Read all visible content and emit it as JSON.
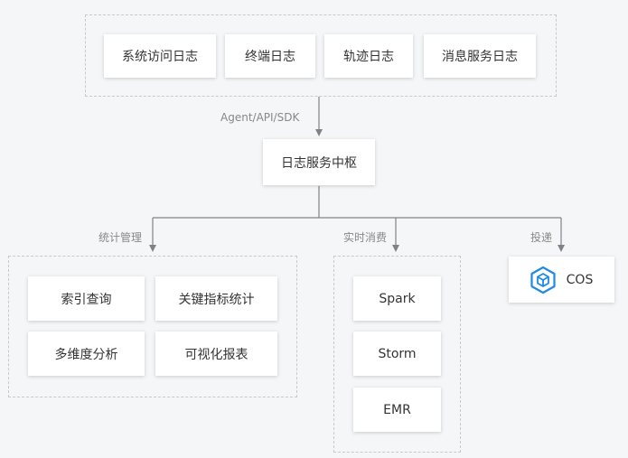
{
  "sources": {
    "items": [
      {
        "label": "系统访问日志"
      },
      {
        "label": "终端日志"
      },
      {
        "label": "轨迹日志"
      },
      {
        "label": "消息服务日志"
      }
    ]
  },
  "ingest_label": "Agent/API/SDK",
  "hub": {
    "label": "日志服务中枢"
  },
  "branches": {
    "analysis": {
      "label": "统计管理",
      "items": [
        {
          "label": "索引查询"
        },
        {
          "label": "关键指标统计"
        },
        {
          "label": "多维度分析"
        },
        {
          "label": "可视化报表"
        }
      ]
    },
    "realtime": {
      "label": "实时消费",
      "items": [
        {
          "label": "Spark"
        },
        {
          "label": "Storm"
        },
        {
          "label": "EMR"
        }
      ]
    },
    "delivery": {
      "label": "投递",
      "target": {
        "label": "COS",
        "icon": "cube-icon"
      }
    }
  },
  "colors": {
    "line": "#7f8288",
    "dash": "#c8c9cc",
    "accent": "#1e8ae6"
  }
}
